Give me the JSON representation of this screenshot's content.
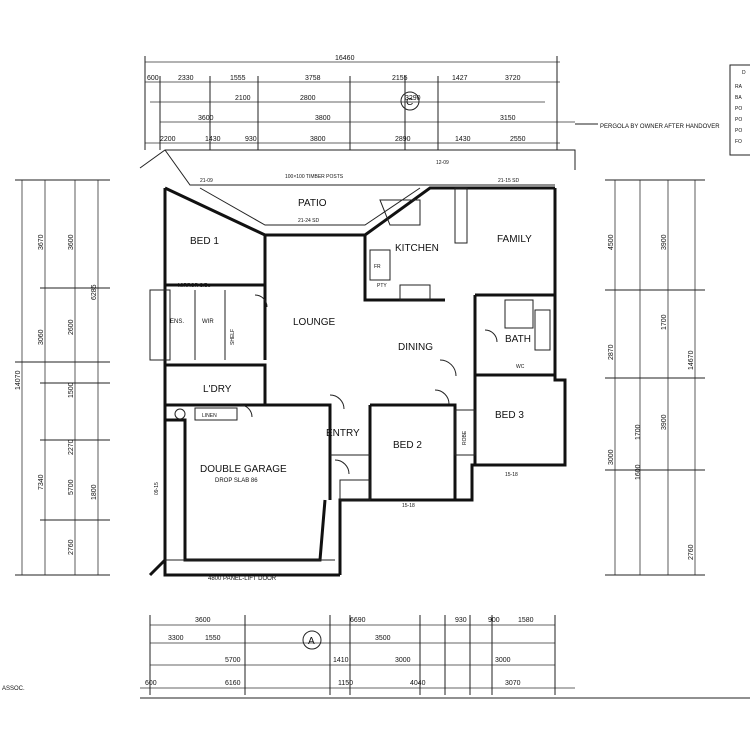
{
  "rooms": {
    "bed1": "BED 1",
    "patio": "PATIO",
    "kitchen": "KITCHEN",
    "family": "FAMILY",
    "lounge": "LOUNGE",
    "dining": "DINING",
    "bath": "BATH",
    "ens": "ENS.",
    "wir": "WIR",
    "ldry": "L'DRY",
    "linen": "LINEN",
    "entry": "ENTRY",
    "bed2": "BED 2",
    "bed3": "BED 3",
    "garage": "DOUBLE GARAGE",
    "garage_sub": "DROP SLAB 86",
    "robe": "ROBE"
  },
  "labels": {
    "grid_c": "C",
    "grid_a": "A",
    "pergola_note": "PERGOLA BY OWNER AFTER HANDOVER",
    "timber_posts": "100×100 TIMBER POSTS",
    "panel_lift_door": "4800 PANEL-LIFT DOOR",
    "mirror_sd": "MIRROR S/Ds",
    "assoc": "ASSOC.",
    "wc": "WC",
    "sd_2109": "21-09",
    "sd_2124": "21-24 SD",
    "sd_2115": "21-15 SD",
    "sd_1209": "12-09",
    "sd_1518": "15-18",
    "sd_1518b": "15-18",
    "sd_0915": "09-15",
    "fridge": "FR",
    "pantry": "PTY",
    "shelf": "SHELF"
  },
  "dims_top": {
    "overall": "16460",
    "row1": [
      "600",
      "2330",
      "1555",
      "3758",
      "2155",
      "1427",
      "3720"
    ],
    "row2": [
      "2100",
      "2800",
      "3290"
    ],
    "row3": [
      "3600",
      "3800",
      "3150"
    ],
    "row4": [
      "2200",
      "1430",
      "930",
      "3800",
      "2890",
      "1430",
      "2550"
    ]
  },
  "dims_bottom": {
    "row1": [
      "3600",
      "6690",
      "930",
      "900",
      "1580"
    ],
    "row2": [
      "3300",
      "1550",
      "3500"
    ],
    "row3": [
      "5700",
      "1410",
      "3000",
      "3000"
    ],
    "row4": [
      "600",
      "6160",
      "1150",
      "4040",
      "3070"
    ]
  },
  "dims_left": {
    "overall": "14070",
    "row_a": [
      "3670",
      "3060",
      "7340"
    ],
    "row_b": [
      "3600",
      "2600",
      "1500",
      "2270",
      "5700",
      "2760"
    ],
    "row_c": [
      "6285",
      "1800"
    ]
  },
  "dims_right": {
    "overall": "14670",
    "row_a": [
      "4500",
      "2870",
      "3000"
    ],
    "row_b": [
      "3900",
      "1700",
      "3900",
      "1700",
      "1600",
      "2760"
    ]
  },
  "legend_fragment": [
    "D",
    "RA",
    "BA",
    "PO",
    "PO",
    "PO",
    "FO"
  ]
}
